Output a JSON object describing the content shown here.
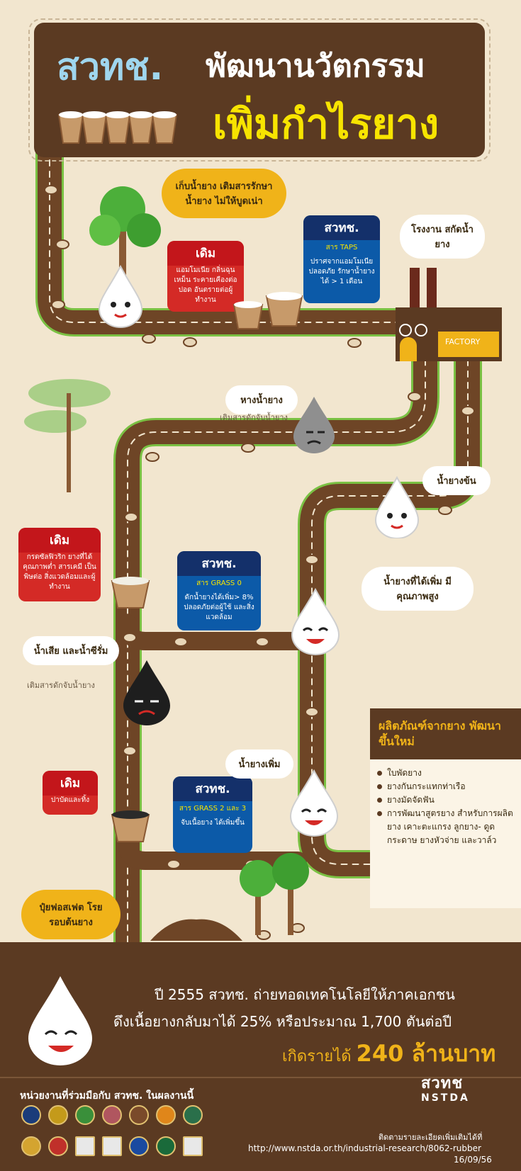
{
  "header": {
    "title_part1": "สวทช.",
    "title_part2": "พัฒนานวัตกรรม",
    "title_line2": "เพิ่มกำไรยาง"
  },
  "collect": {
    "text": "เก็บน้ำยาง เติมสารรักษาน้ำยาง ไม่ให้บูดเน่า"
  },
  "old1": {
    "head": "เดิม",
    "body": "แอมโมเนีย กลิ่นฉุนเหม็น ระคายเคืองต่อปอด อันตรายต่อผู้ทำงาน"
  },
  "nstda1": {
    "head": "สวทช.",
    "line1": "สาร TAPS",
    "body": "ปราศจากแอมโมเนีย ปลอดภัย รักษาน้ำยางได้ > 1 เดือน"
  },
  "factory": {
    "label": "โรงงาน สกัดน้ำยาง",
    "sign": "FACTORY"
  },
  "skim": {
    "title": "หางน้ำยาง",
    "sub": "เติมสารดักจับน้ำยาง"
  },
  "concentrate": {
    "title": "น้ำยางข้น"
  },
  "old2": {
    "head": "เดิม",
    "body": "กรดซัลฟิวริก ยางที่ได้คุณภาพต่ำ สารเคมี เป็นพิษต่อ สิ่งแวดล้อมและผู้ทำงาน"
  },
  "nstda2": {
    "head": "สวทช.",
    "line1": "สาร GRASS 0",
    "body": "ดักน้ำยางได้เพิ่ม> 8% ปลอดภัยต่อผู้ใช้ และสิ่งแวดล้อม"
  },
  "quality": {
    "text": "น้ำยางที่ได้เพิ่ม มีคุณภาพสูง"
  },
  "wastewater": {
    "title": "น้ำเสีย และน้ำซีรั่ม",
    "sub": "เติมสารดักจับน้ำยาง"
  },
  "old3": {
    "head": "เดิม",
    "body": "ปาบัดและทิ้ง"
  },
  "nstda3": {
    "head": "สวทช.",
    "line1": "สาร GRASS 2 และ 3",
    "body": "จับเนื้อยาง ได้เพิ่มขึ้น"
  },
  "more_latex": {
    "text": "น้ำยางเพิ่ม"
  },
  "fertilizer": {
    "text": "ปุ๋ยฟอสเฟต โรยรอบต้นยาง"
  },
  "products": {
    "head": "ผลิตภัณฑ์จากยาง พัฒนาขึ้นใหม่",
    "items": [
      "ใบพัดยาง",
      "ยางกันกระแทกท่าเรือ",
      "ยางมัดจัดฟัน",
      "การพัฒนาสูตรยาง สำหรับการผลิตยาง เคาะตะแกรง ลูกยาง- ดูดกระดาษ ยางหัวจ่าย และวาล์ว"
    ]
  },
  "summary": {
    "line1": "ปี 2555 สวทช. ถ่ายทอดเทคโนโลยีให้ภาคเอกชน",
    "line2": "ดึงเนื้อยางกลับมาได้ 25% หรือประมาณ 1,700 ตันต่อปี",
    "line3_prefix": "เกิดรายได้",
    "line3_value": "240 ล้านบาท"
  },
  "footer": {
    "partners_title": "หน่วยงานที่ร่วมมือกับ สวทช. ในผลงานนี้",
    "logo_top": "สวทช",
    "logo_bottom": "NSTDA",
    "more_info": "ติดตามรายละเอียดเพิ่มเติมได้ที่",
    "url": "http://www.nstda.or.th/industrial-research/8062-rubber",
    "date": "16/09/56"
  },
  "colors": {
    "background": "#f2e6cf",
    "brown": "#5b3a22",
    "road": "#6e4526",
    "green": "#7ac143",
    "yellow": "#f7e400",
    "orange": "#f0b319",
    "red": "#d42a26",
    "blue": "#0c5aa8"
  }
}
